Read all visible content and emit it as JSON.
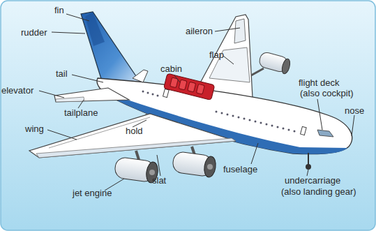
{
  "diagram": {
    "labels": [
      "fin",
      "rudder",
      "tail",
      "elevator",
      "tailplane",
      "wing",
      "hold",
      "cabin",
      "aileron",
      "flap",
      "flight deck",
      "(also cockpit)",
      "nose",
      "fuselage",
      "slat",
      "jet engine",
      "undercarriage",
      "(also landing gear)"
    ]
  }
}
